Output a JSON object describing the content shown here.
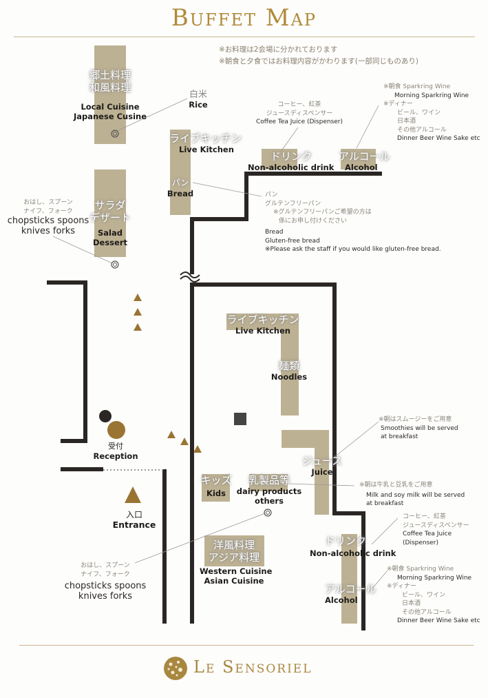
{
  "header": {
    "title": "Buffet Map",
    "notes": [
      "※お料理は2会場に分かれております",
      "※朝食と夕食ではお料理内容がかわります(一部同じものあり)"
    ]
  },
  "stations": {
    "local": {
      "jp1": "郷土料理",
      "jp2": "和風料理",
      "en1": "Local Cuisine",
      "en2": "Japanese Cusine"
    },
    "rice": {
      "jp": "白米",
      "en": "Rice"
    },
    "live1": {
      "jp": "ライブキッチン",
      "en": "Live Kitchen"
    },
    "bread": {
      "jp": "パン",
      "en": "Bread"
    },
    "drink1": {
      "jp": "ドリンク",
      "en": "Non-alcoholic drink"
    },
    "alcohol1": {
      "jp": "アルコール",
      "en": "Alcohol"
    },
    "salad": {
      "jp1": "サラダ",
      "jp2": "デザート",
      "en1": "Salad",
      "en2": "Dessert"
    },
    "live2": {
      "jp": "ライブキッチン",
      "en": "Live Kitchen"
    },
    "noodles": {
      "jp": "麺類",
      "en": "Noodles"
    },
    "juice": {
      "jp": "ジュース",
      "en": "Juice"
    },
    "kids": {
      "jp": "キッズ",
      "en": "Kids"
    },
    "dairy": {
      "jp": "乳製品等",
      "en1": "dairy products",
      "en2": "others"
    },
    "western": {
      "jp1": "洋風料理",
      "jp2": "アジア料理",
      "en1": "Western Cuisine",
      "en2": "Asian Cuisine"
    },
    "drink2": {
      "jp": "ドリンク",
      "en": "Non-alcoholic drink"
    },
    "alcohol2": {
      "jp": "アルコール",
      "en": "Alcohol"
    },
    "reception": {
      "jp": "受付",
      "en": "Reception"
    },
    "entrance": {
      "jp": "入口",
      "en": "Entrance"
    }
  },
  "callouts": {
    "drink1": {
      "jp1": "コーヒー、紅茶",
      "jp2": "ジュースディスペンサー",
      "en": "Coffee Tea Juice (Dispenser)"
    },
    "alcohol1": {
      "l1": "※朝食 Sparkring Wine",
      "l2": "Morning Sparkring Wine",
      "l3": "※ディナー",
      "l4": "ビール、ワイン",
      "l5": "日本酒",
      "l6": "その他アルコール",
      "l7": "Dinner  Beer Wine Sake etc"
    },
    "bread": {
      "l1": "パン",
      "l2": "グルテンフリーパン",
      "l3": "※グルテンフリーパンご希望の方は",
      "l4": "係にお申し付けください",
      "l5": "Bread",
      "l6": "Gluten-free bread",
      "l7": "※Please ask the staff if you would like gluten-free bread."
    },
    "utensils1": {
      "jp1": "おはし、スプーン",
      "jp2": "ナイフ、フォーク",
      "en1": "chopsticks spoons",
      "en2": "knives forks"
    },
    "utensils2": {
      "jp1": "おはし、スプーン",
      "jp2": "ナイフ、フォーク",
      "en1": "chopsticks spoons",
      "en2": "knives forks"
    },
    "juice": {
      "jp": "※朝はスムージーをご用意",
      "en1": "Smoothies will be served",
      "en2": "at breakfast"
    },
    "dairy": {
      "jp": "※朝は牛乳と豆乳をご用意",
      "en1": "Milk and soy milk will be served",
      "en2": "at breakfast"
    },
    "drink2": {
      "jp1": "コーヒー、紅茶",
      "jp2": "ジュースディスペンサー",
      "en1": "Coffee Tea Juice",
      "en2": "(Dispenser)"
    },
    "alcohol2": {
      "l1": "※朝食 Sparkring Wine",
      "l2": "Morning Sparkring Wine",
      "l3": "※ディナー",
      "l4": "ビール、ワイン",
      "l5": "日本酒",
      "l6": "その他アルコール",
      "l7": "Dinner  Beer Wine Sake etc"
    }
  },
  "footer": {
    "brand": "Le Sensoriel"
  },
  "colors": {
    "gold": "#b08a3a",
    "table": "#bdb193",
    "wall": "#2a2623"
  }
}
